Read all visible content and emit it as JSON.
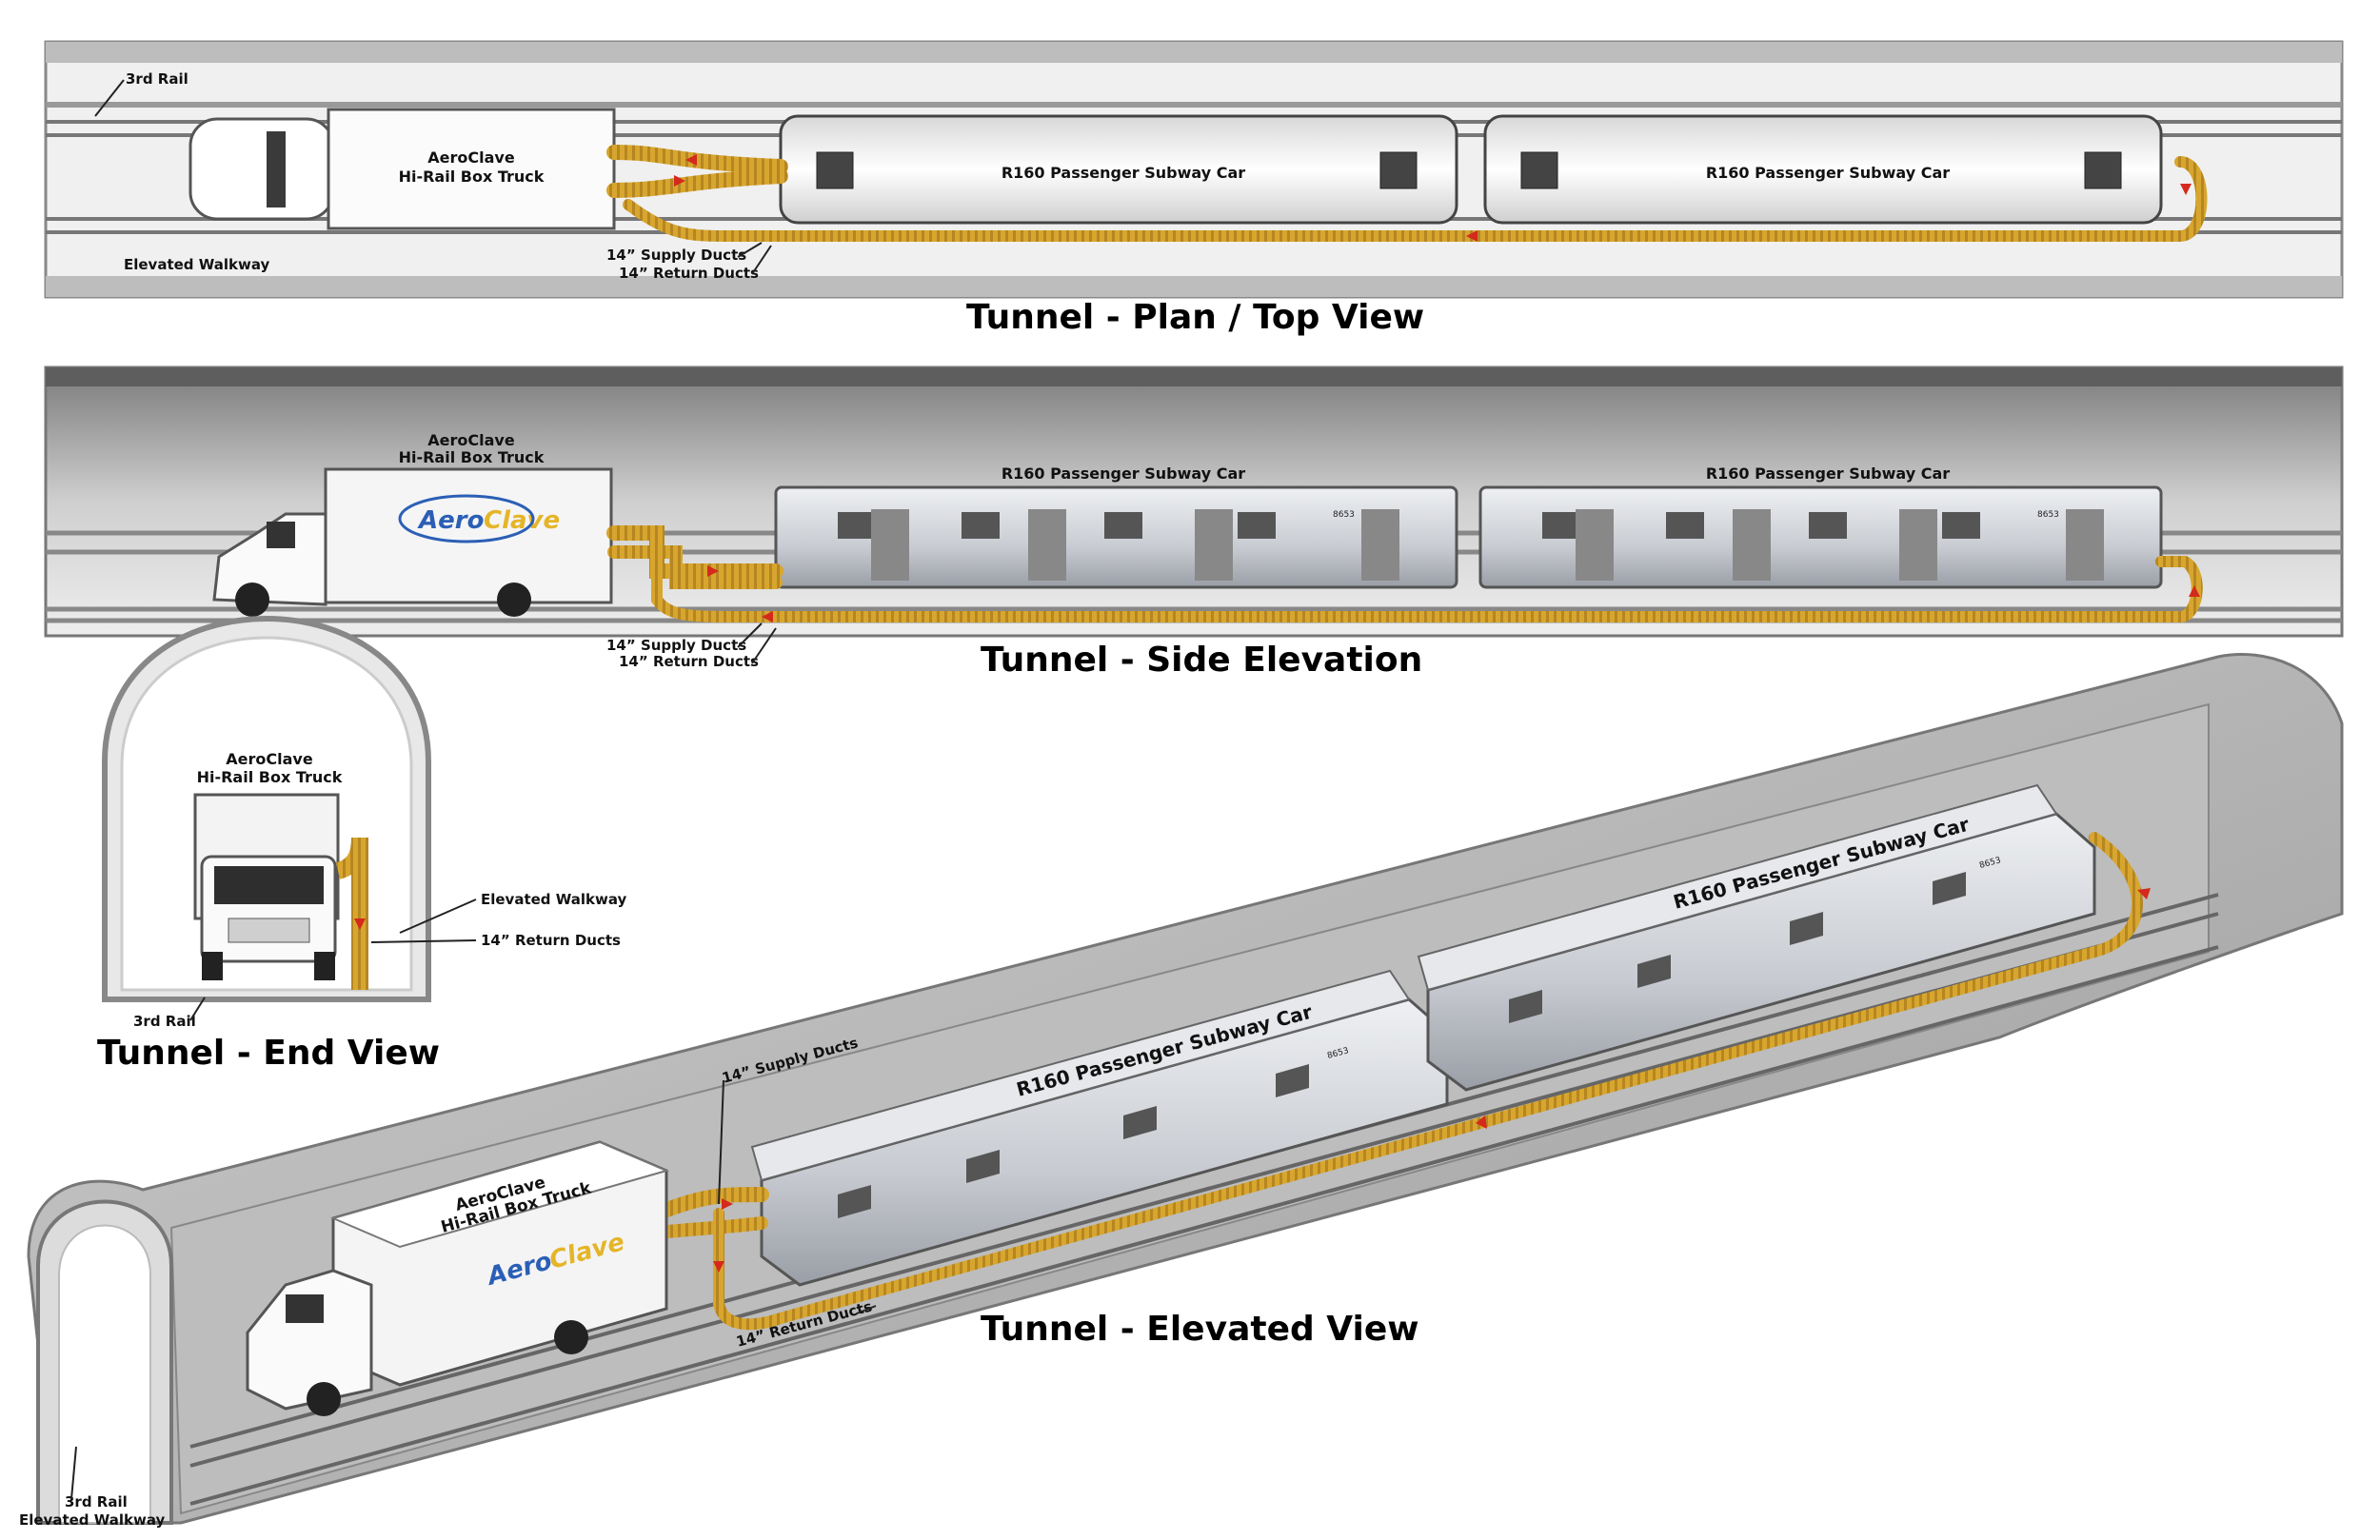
{
  "plan": {
    "title": "Tunnel - Plan / Top View",
    "third_rail": "3rd Rail",
    "truck_line1": "AeroClave",
    "truck_line2": "Hi-Rail Box Truck",
    "walkway": "Elevated Walkway",
    "car1": "R160 Passenger Subway Car",
    "car2": "R160 Passenger Subway Car",
    "supply": "14” Supply Ducts",
    "return": "14” Return Ducts"
  },
  "side": {
    "title": "Tunnel - Side Elevation",
    "truck_line1": "AeroClave",
    "truck_line2": "Hi-Rail Box Truck",
    "logo_a": "Aero",
    "logo_b": "Clave",
    "car1": "R160 Passenger Subway Car",
    "car2": "R160 Passenger Subway Car",
    "car_number": "8653",
    "supply": "14” Supply Ducts",
    "return": "14” Return Ducts"
  },
  "end": {
    "title": "Tunnel - End View",
    "truck_line1": "AeroClave",
    "truck_line2": "Hi-Rail Box Truck",
    "walkway": "Elevated Walkway",
    "return": "14” Return Ducts",
    "third_rail": "3rd Rail"
  },
  "elevated": {
    "title": "Tunnel - Elevated View",
    "truck_line1": "AeroClave",
    "truck_line2": "Hi-Rail Box Truck",
    "logo_a": "Aero",
    "logo_b": "Clave",
    "car1": "R160 Passenger Subway Car",
    "car2": "R160 Passenger Subway Car",
    "car_number": "8653",
    "supply": "14” Supply Ducts",
    "return": "14” Return Ducts",
    "third_rail": "3rd Rail",
    "walkway": "Elevated Walkway"
  },
  "colors": {
    "duct": "#d8a62e",
    "duct_dark": "#9c7316",
    "arrow": "#d42a1c",
    "tunnel": "#d9d9d9",
    "car_body": "#d3d5da",
    "truck_body": "#f2f2f2"
  }
}
